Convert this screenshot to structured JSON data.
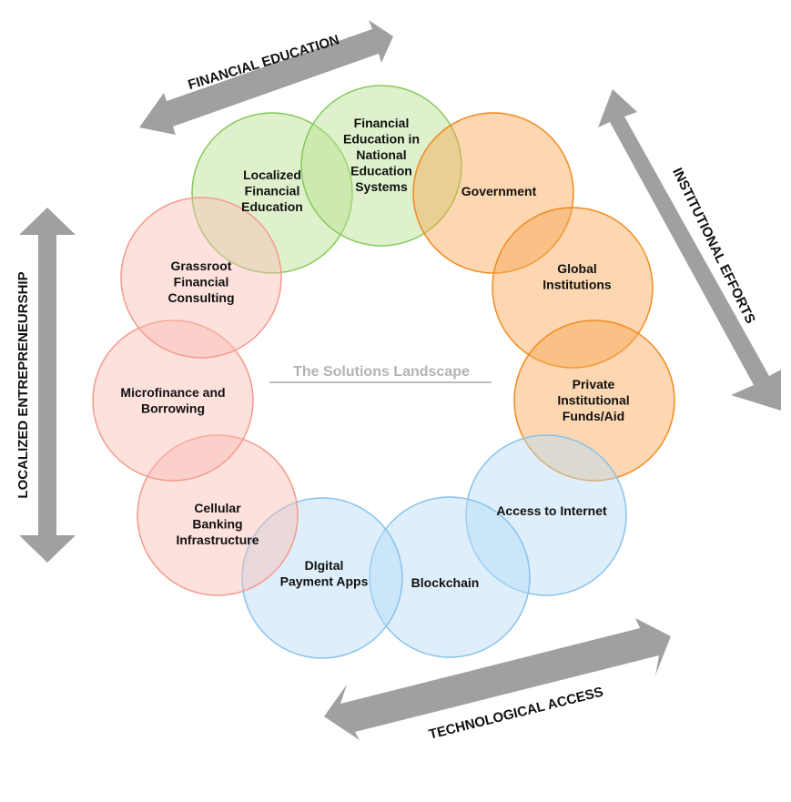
{
  "title": "The Solutions Landscape",
  "colors": {
    "green_fill": "#b5e08f",
    "green_stroke": "#86c95a",
    "orange_fill": "#f9a751",
    "orange_stroke": "#f08a1e",
    "red_fill": "#fbbdb3",
    "red_stroke": "#f29a8c",
    "blue_fill": "#b5dcf7",
    "blue_stroke": "#86c2ec",
    "arrow": "#a0a0a0",
    "title_text": "#b3b3b3"
  },
  "arrows": {
    "financial_education": "FINANCIAL EDUCATION",
    "institutional_efforts": "INSTITUTIONAL EFFORTS",
    "technological_access": "TECHNOLOGICAL ACCESS",
    "localized_entrepreneurship": "LOCALIZED ENTREPRENEURSHIP"
  },
  "circles": {
    "fin_ed_national": {
      "group": "green",
      "lines": [
        "Financial",
        "Education in",
        "National",
        "Education",
        "Systems"
      ]
    },
    "localized_fin_ed": {
      "group": "green",
      "lines": [
        "Localized",
        "Financial",
        "Education"
      ]
    },
    "government": {
      "group": "orange",
      "lines": [
        "Government"
      ]
    },
    "global_institutions": {
      "group": "orange",
      "lines": [
        "Global",
        "Institutions"
      ]
    },
    "private_funds": {
      "group": "orange",
      "lines": [
        "Private",
        "Institutional",
        "Funds/Aid"
      ]
    },
    "access_internet": {
      "group": "blue",
      "lines": [
        "Access to Internet"
      ]
    },
    "blockchain": {
      "group": "blue",
      "lines": [
        "Blockchain"
      ]
    },
    "digital_payment": {
      "group": "blue",
      "lines": [
        "DIgital",
        "Payment Apps"
      ]
    },
    "cellular_banking": {
      "group": "red",
      "lines": [
        "Cellular",
        "Banking",
        "Infrastructure"
      ]
    },
    "microfinance": {
      "group": "red",
      "lines": [
        "Microfinance and",
        "Borrowing"
      ]
    },
    "grassroot": {
      "group": "red",
      "lines": [
        "Grassroot",
        "Financial",
        "Consulting"
      ]
    }
  }
}
